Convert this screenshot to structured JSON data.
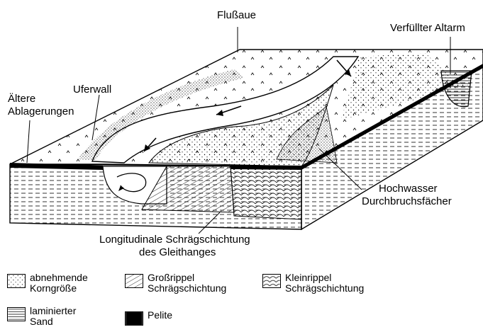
{
  "labels": {
    "flussaue": "Flußaue",
    "altarm": "Verfüllter Altarm",
    "uferwall": "Uferwall",
    "aeltere_1": "Ältere",
    "aeltere_2": "Ablagerungen",
    "hochwasser_1": "Hochwasser",
    "hochwasser_2": "Durchbruchsfächer",
    "longitudinal_1": "Longitudinale Schrägschichtung",
    "longitudinal_2": "des Gleithanges"
  },
  "legend": [
    {
      "icon": "dotted-pattern-icon",
      "line1": "abnehmende",
      "line2": "Korngröße"
    },
    {
      "icon": "diagonal-hatch-icon",
      "line1": "Großrippel",
      "line2": "Schrägschichtung"
    },
    {
      "icon": "scale-pattern-icon",
      "line1": "Kleinrippel",
      "line2": "Schrägschichtung"
    },
    {
      "icon": "horizontal-lines-icon",
      "line1": "laminierter",
      "line2": "Sand"
    },
    {
      "icon": "solid-black-icon",
      "line1": "Pelite",
      "line2": ""
    }
  ],
  "colors": {
    "ink": "#000000",
    "paper": "#ffffff"
  }
}
